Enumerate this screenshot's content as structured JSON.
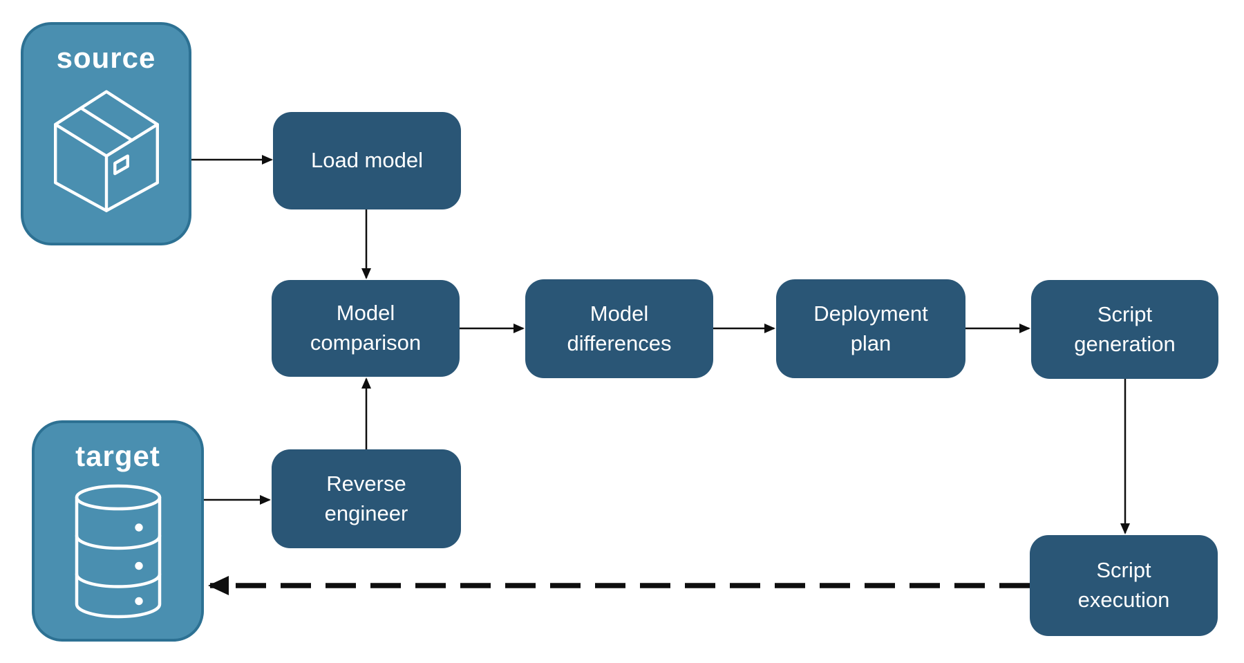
{
  "palette": {
    "flow_box_fill": "#2A5676",
    "endpoint_fill": "#4A8FB0",
    "endpoint_border": "#2D7193",
    "text_color": "#FFFFFF",
    "arrow_color": "#0E0E0E",
    "canvas_bg": "#FFFFFF"
  },
  "nodes": {
    "source": {
      "label": "source",
      "icon": "package-icon",
      "type": "endpoint"
    },
    "target": {
      "label": "target",
      "icon": "database-icon",
      "type": "endpoint"
    },
    "load_model": {
      "label": "Load model",
      "type": "step"
    },
    "model_comparison": {
      "label": "Model\ncomparison",
      "type": "step"
    },
    "model_differences": {
      "label": "Model\ndifferences",
      "type": "step"
    },
    "deployment_plan": {
      "label": "Deployment\nplan",
      "type": "step"
    },
    "script_generation": {
      "label": "Script\ngeneration",
      "type": "step"
    },
    "reverse_engineer": {
      "label": "Reverse\nengineer",
      "type": "step"
    },
    "script_execution": {
      "label": "Script\nexecution",
      "type": "step"
    }
  },
  "edges": [
    {
      "from": "source",
      "to": "load_model",
      "style": "solid"
    },
    {
      "from": "load_model",
      "to": "model_comparison",
      "style": "solid"
    },
    {
      "from": "target",
      "to": "reverse_engineer",
      "style": "solid"
    },
    {
      "from": "reverse_engineer",
      "to": "model_comparison",
      "style": "solid"
    },
    {
      "from": "model_comparison",
      "to": "model_differences",
      "style": "solid"
    },
    {
      "from": "model_differences",
      "to": "deployment_plan",
      "style": "solid"
    },
    {
      "from": "deployment_plan",
      "to": "script_generation",
      "style": "solid"
    },
    {
      "from": "script_generation",
      "to": "script_execution",
      "style": "solid"
    },
    {
      "from": "script_execution",
      "to": "target",
      "style": "dashed"
    }
  ]
}
